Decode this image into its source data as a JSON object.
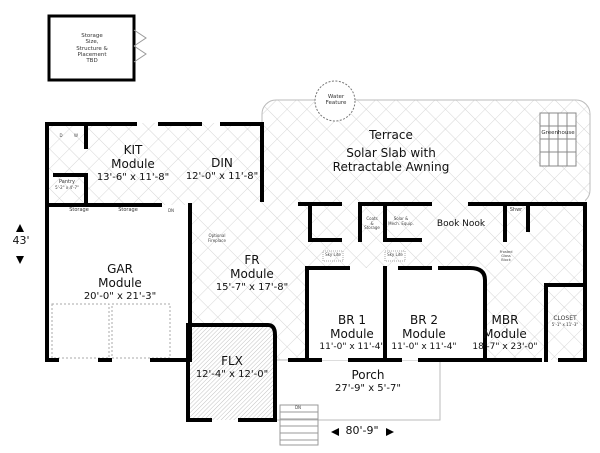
{
  "shed": {
    "lines": [
      "Storage",
      "Size,",
      "Structure &",
      "Placement",
      "TBD"
    ]
  },
  "rooms": {
    "kit": {
      "name": "KIT",
      "module": "Module",
      "dims": "13'-6\" x 11'-8\""
    },
    "din": {
      "name": "DIN",
      "dims": "12'-0\" x 11'-8\""
    },
    "pantry": {
      "name": "Pantry",
      "dims": "5'-2\" x 4'-7\""
    },
    "dw": {
      "d": "D",
      "w": "W"
    },
    "storage1": "Storage",
    "storage2": "Storage",
    "dn1": "DN",
    "gar": {
      "name": "GAR",
      "module": "Module",
      "dims": "20'-0\" x 21'-3\""
    },
    "fr": {
      "name": "FR",
      "module": "Module",
      "dims": "15'-7\" x 17'-8\""
    },
    "fireplace": {
      "l1": "Optional",
      "l2": "Fireplace"
    },
    "flx": {
      "name": "FLX",
      "dims": "12'-4\" x 12'-0\""
    },
    "porch": {
      "name": "Porch",
      "dims": "27'-9\" x 5'-7\""
    },
    "dn2": "DN",
    "terrace": {
      "name": "Terrace",
      "l1": "Solar Slab with",
      "l2": "Retractable Awning"
    },
    "water": {
      "l1": "Water",
      "l2": "Feature"
    },
    "greenhouse": "Greenhouse",
    "coats": {
      "l1": "Coats",
      "l2": "&",
      "l3": "Storage"
    },
    "solar": {
      "l1": "Solar &",
      "l2": "Mech. Equip."
    },
    "booknook": "Book Nook",
    "skylite1": "Sky Lite",
    "skylite2": "Sky Lite",
    "shwr": "Shwr",
    "glass": {
      "l1": "Frosted",
      "l2": "Glass",
      "l3": "Block"
    },
    "br1": {
      "name": "BR 1",
      "module": "Module",
      "dims": "11'-0\" x 11'-4\""
    },
    "br2": {
      "name": "BR 2",
      "module": "Module",
      "dims": "11'-0\" x 11'-4\""
    },
    "mbr": {
      "name": "MBR",
      "module": "Module",
      "dims": "18'-7\" x 23'-0\""
    },
    "closet": {
      "name": "CLOSET",
      "dims": "5'-1\" x 11'-3\""
    }
  },
  "dimensions": {
    "depth": "43'",
    "width": "80'-9\""
  }
}
